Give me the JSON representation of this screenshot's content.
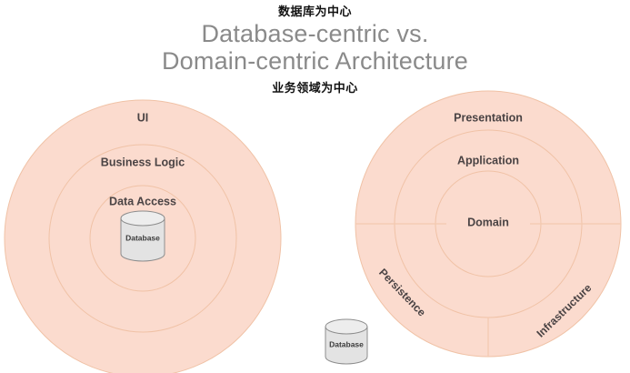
{
  "header": {
    "annotation_top": "数据库为中心",
    "annotation_bottom": "业务领域为中心",
    "title_line_1": "Database-centric vs.",
    "title_line_2": "Domain-centric Architecture"
  },
  "diagram": {
    "type": "concentric-circles-comparison",
    "colors": {
      "ring_fill": "#fbdbce",
      "ring_stroke": "#f0c2a6",
      "label_text": "#4a4344",
      "title_text": "#8a8a8a",
      "annotation_text": "#111111",
      "cylinder_fill": "#e3e3e3",
      "cylinder_stroke": "#8d8d8d",
      "background": "#ffffff"
    },
    "left": {
      "name": "database-centric",
      "caption": "数据库为中心",
      "layers": [
        {
          "label": "UI",
          "order": 1,
          "radius": 152
        },
        {
          "label": "Business Logic",
          "order": 2,
          "radius": 103
        },
        {
          "label": "Data Access",
          "order": 3,
          "radius": 58
        }
      ],
      "datastore": {
        "label": "Database",
        "position": "center-inner"
      }
    },
    "right": {
      "name": "domain-centric",
      "caption": "业务领域为中心",
      "layers": [
        {
          "label": "Presentation",
          "order": 1,
          "radius": 146
        },
        {
          "label": "Application",
          "order": 2,
          "radius": 103
        },
        {
          "label": "Domain",
          "order": 3,
          "radius": 58
        }
      ],
      "outer_sectors": [
        {
          "label": "Persistence",
          "position": "bottom-left"
        },
        {
          "label": "Infrastructure",
          "position": "bottom-right"
        }
      ],
      "dividers": [
        "left-horizontal",
        "right-horizontal",
        "bottom-vertical"
      ],
      "datastore": {
        "label": "Database",
        "position": "outside-bottom-left"
      }
    }
  }
}
